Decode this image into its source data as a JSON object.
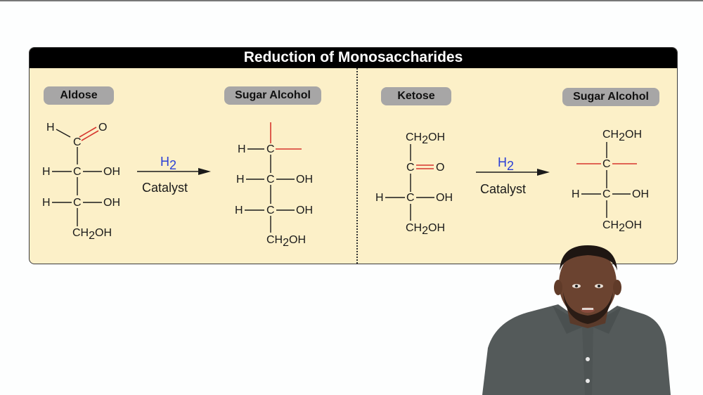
{
  "slide": {
    "title": "Reduction of Monosaccharides",
    "colors": {
      "panel_bg": "#fcf0c8",
      "title_bar": "#000000",
      "pill": "#a7a6a6",
      "carbonyl_highlight": "#d6362e",
      "reagent": "#2b3fd6"
    }
  },
  "left_reaction": {
    "reactant_label": "Aldose",
    "product_label": "Sugar Alcohol",
    "reagent": "H",
    "reagent_subscript": "2",
    "condition": "Catalyst",
    "reactant": {
      "top": [
        "H",
        "C",
        "O"
      ],
      "rows": [
        {
          "left": "H",
          "center": "C",
          "right": "OH"
        },
        {
          "left": "H",
          "center": "C",
          "right": "OH"
        }
      ],
      "bottom": {
        "main": "CH",
        "sub": "2",
        "end": "OH"
      }
    },
    "product": {
      "rows": [
        {
          "left": "H",
          "center": "C",
          "right": ""
        },
        {
          "left": "H",
          "center": "C",
          "right": "OH"
        },
        {
          "left": "H",
          "center": "C",
          "right": "OH"
        }
      ],
      "bottom": {
        "main": "CH",
        "sub": "2",
        "end": "OH"
      }
    }
  },
  "right_reaction": {
    "reactant_label": "Ketose",
    "product_label": "Sugar Alcohol",
    "reagent": "H",
    "reagent_subscript": "2",
    "condition": "Catalyst",
    "reactant": {
      "top": {
        "main": "CH",
        "sub": "2",
        "end": "OH"
      },
      "carbonyl": {
        "center": "C",
        "right": "O"
      },
      "rows": [
        {
          "left": "H",
          "center": "C",
          "right": "OH"
        }
      ],
      "bottom": {
        "main": "CH",
        "sub": "2",
        "end": "OH"
      }
    },
    "product": {
      "top": {
        "main": "CH",
        "sub": "2",
        "end": "OH"
      },
      "reduced_center": "C",
      "rows": [
        {
          "left": "H",
          "center": "C",
          "right": "OH"
        }
      ],
      "bottom": {
        "main": "CH",
        "sub": "2",
        "end": "OH"
      }
    }
  },
  "presenter": {
    "description": "presenter video overlay"
  }
}
